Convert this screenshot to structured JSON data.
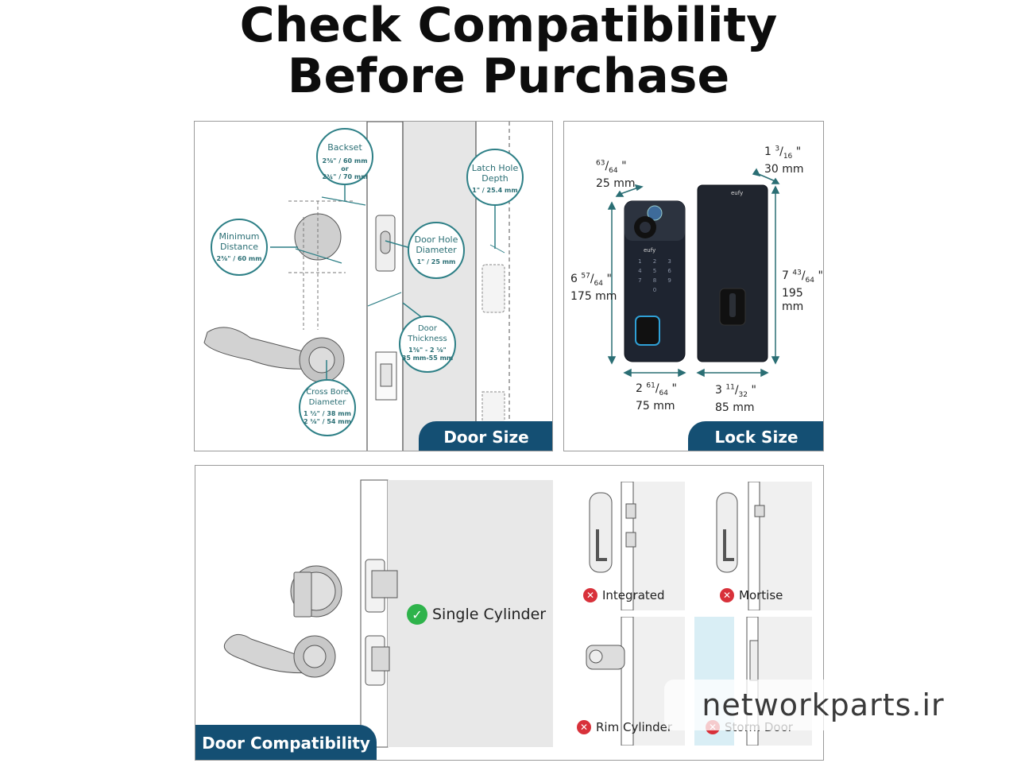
{
  "header": {
    "line1": "Check Compatibility",
    "line2": "Before Purchase"
  },
  "door_size": {
    "tab": "Door Size",
    "backset": {
      "label": "Backset",
      "v1": "2⅜\" / 60 mm or",
      "v2": "2¾\" / 70 mm"
    },
    "min_distance": {
      "label1": "Minimum",
      "label2": "Distance",
      "v": "2⅜\" / 60 mm"
    },
    "latch_hole": {
      "label1": "Latch Hole",
      "label2": "Depth",
      "v": "1\" / 25.4 mm"
    },
    "door_hole": {
      "label1": "Door Hole",
      "label2": "Diameter",
      "v": "1\" / 25 mm"
    },
    "door_thickness": {
      "label1": "Door",
      "label2": "Thickness",
      "v1": "1⅜\" - 2 ⅛\"",
      "v2": "35 mm-55 mm"
    },
    "cross_bore": {
      "label1": "Cross Bore",
      "label2": "Diameter",
      "v1": "1 ½\" / 38 mm",
      "v2": "2 ⅛\" / 54 mm"
    }
  },
  "lock_size": {
    "tab": "Lock Size",
    "brand": "eufy",
    "depth_front": {
      "frac_num": "63",
      "frac_den": "64",
      "mm": "25 mm"
    },
    "depth_back": {
      "whole": "1",
      "frac_num": "3",
      "frac_den": "16",
      "mm": "30 mm"
    },
    "height_front": {
      "whole": "6",
      "frac_num": "57",
      "frac_den": "64",
      "mm": "175 mm"
    },
    "height_back": {
      "whole": "7",
      "frac_num": "43",
      "frac_den": "64",
      "mm": "195 mm"
    },
    "width_front": {
      "whole": "2",
      "frac_num": "61",
      "frac_den": "64",
      "mm": "75 mm"
    },
    "width_back": {
      "whole": "3",
      "frac_num": "11",
      "frac_den": "32",
      "mm": "85 mm"
    },
    "keypad": [
      "1",
      "2",
      "3",
      "4",
      "5",
      "6",
      "7",
      "8",
      "9",
      "0"
    ]
  },
  "door_compat": {
    "tab": "Door Compatibility",
    "supported": "Single Cylinder",
    "unsupported": [
      "Integrated",
      "Mortise",
      "Rim Cylinder",
      "Storm Door"
    ]
  },
  "watermark": "networkparts.ir",
  "colors": {
    "accent": "#144f73",
    "teal": "#2d7f86",
    "ok": "#2eb34b",
    "bad": "#d8313a"
  }
}
